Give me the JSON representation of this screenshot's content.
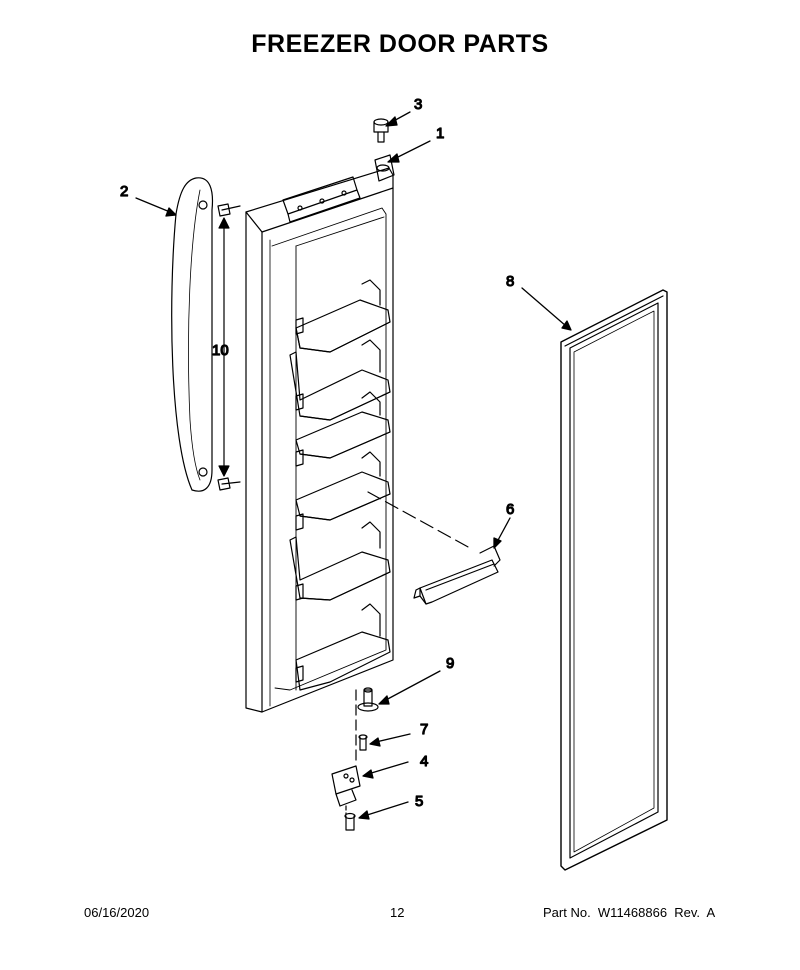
{
  "title": "FREEZER DOOR PARTS",
  "callouts": {
    "c1": "1",
    "c2": "2",
    "c3": "3",
    "c4": "4",
    "c5": "5",
    "c6": "6",
    "c7": "7",
    "c8": "8",
    "c9": "9",
    "c10": "10"
  },
  "footer": {
    "date": "06/16/2020",
    "page": "12",
    "part": "Part No.  W11468866  Rev.  A"
  }
}
